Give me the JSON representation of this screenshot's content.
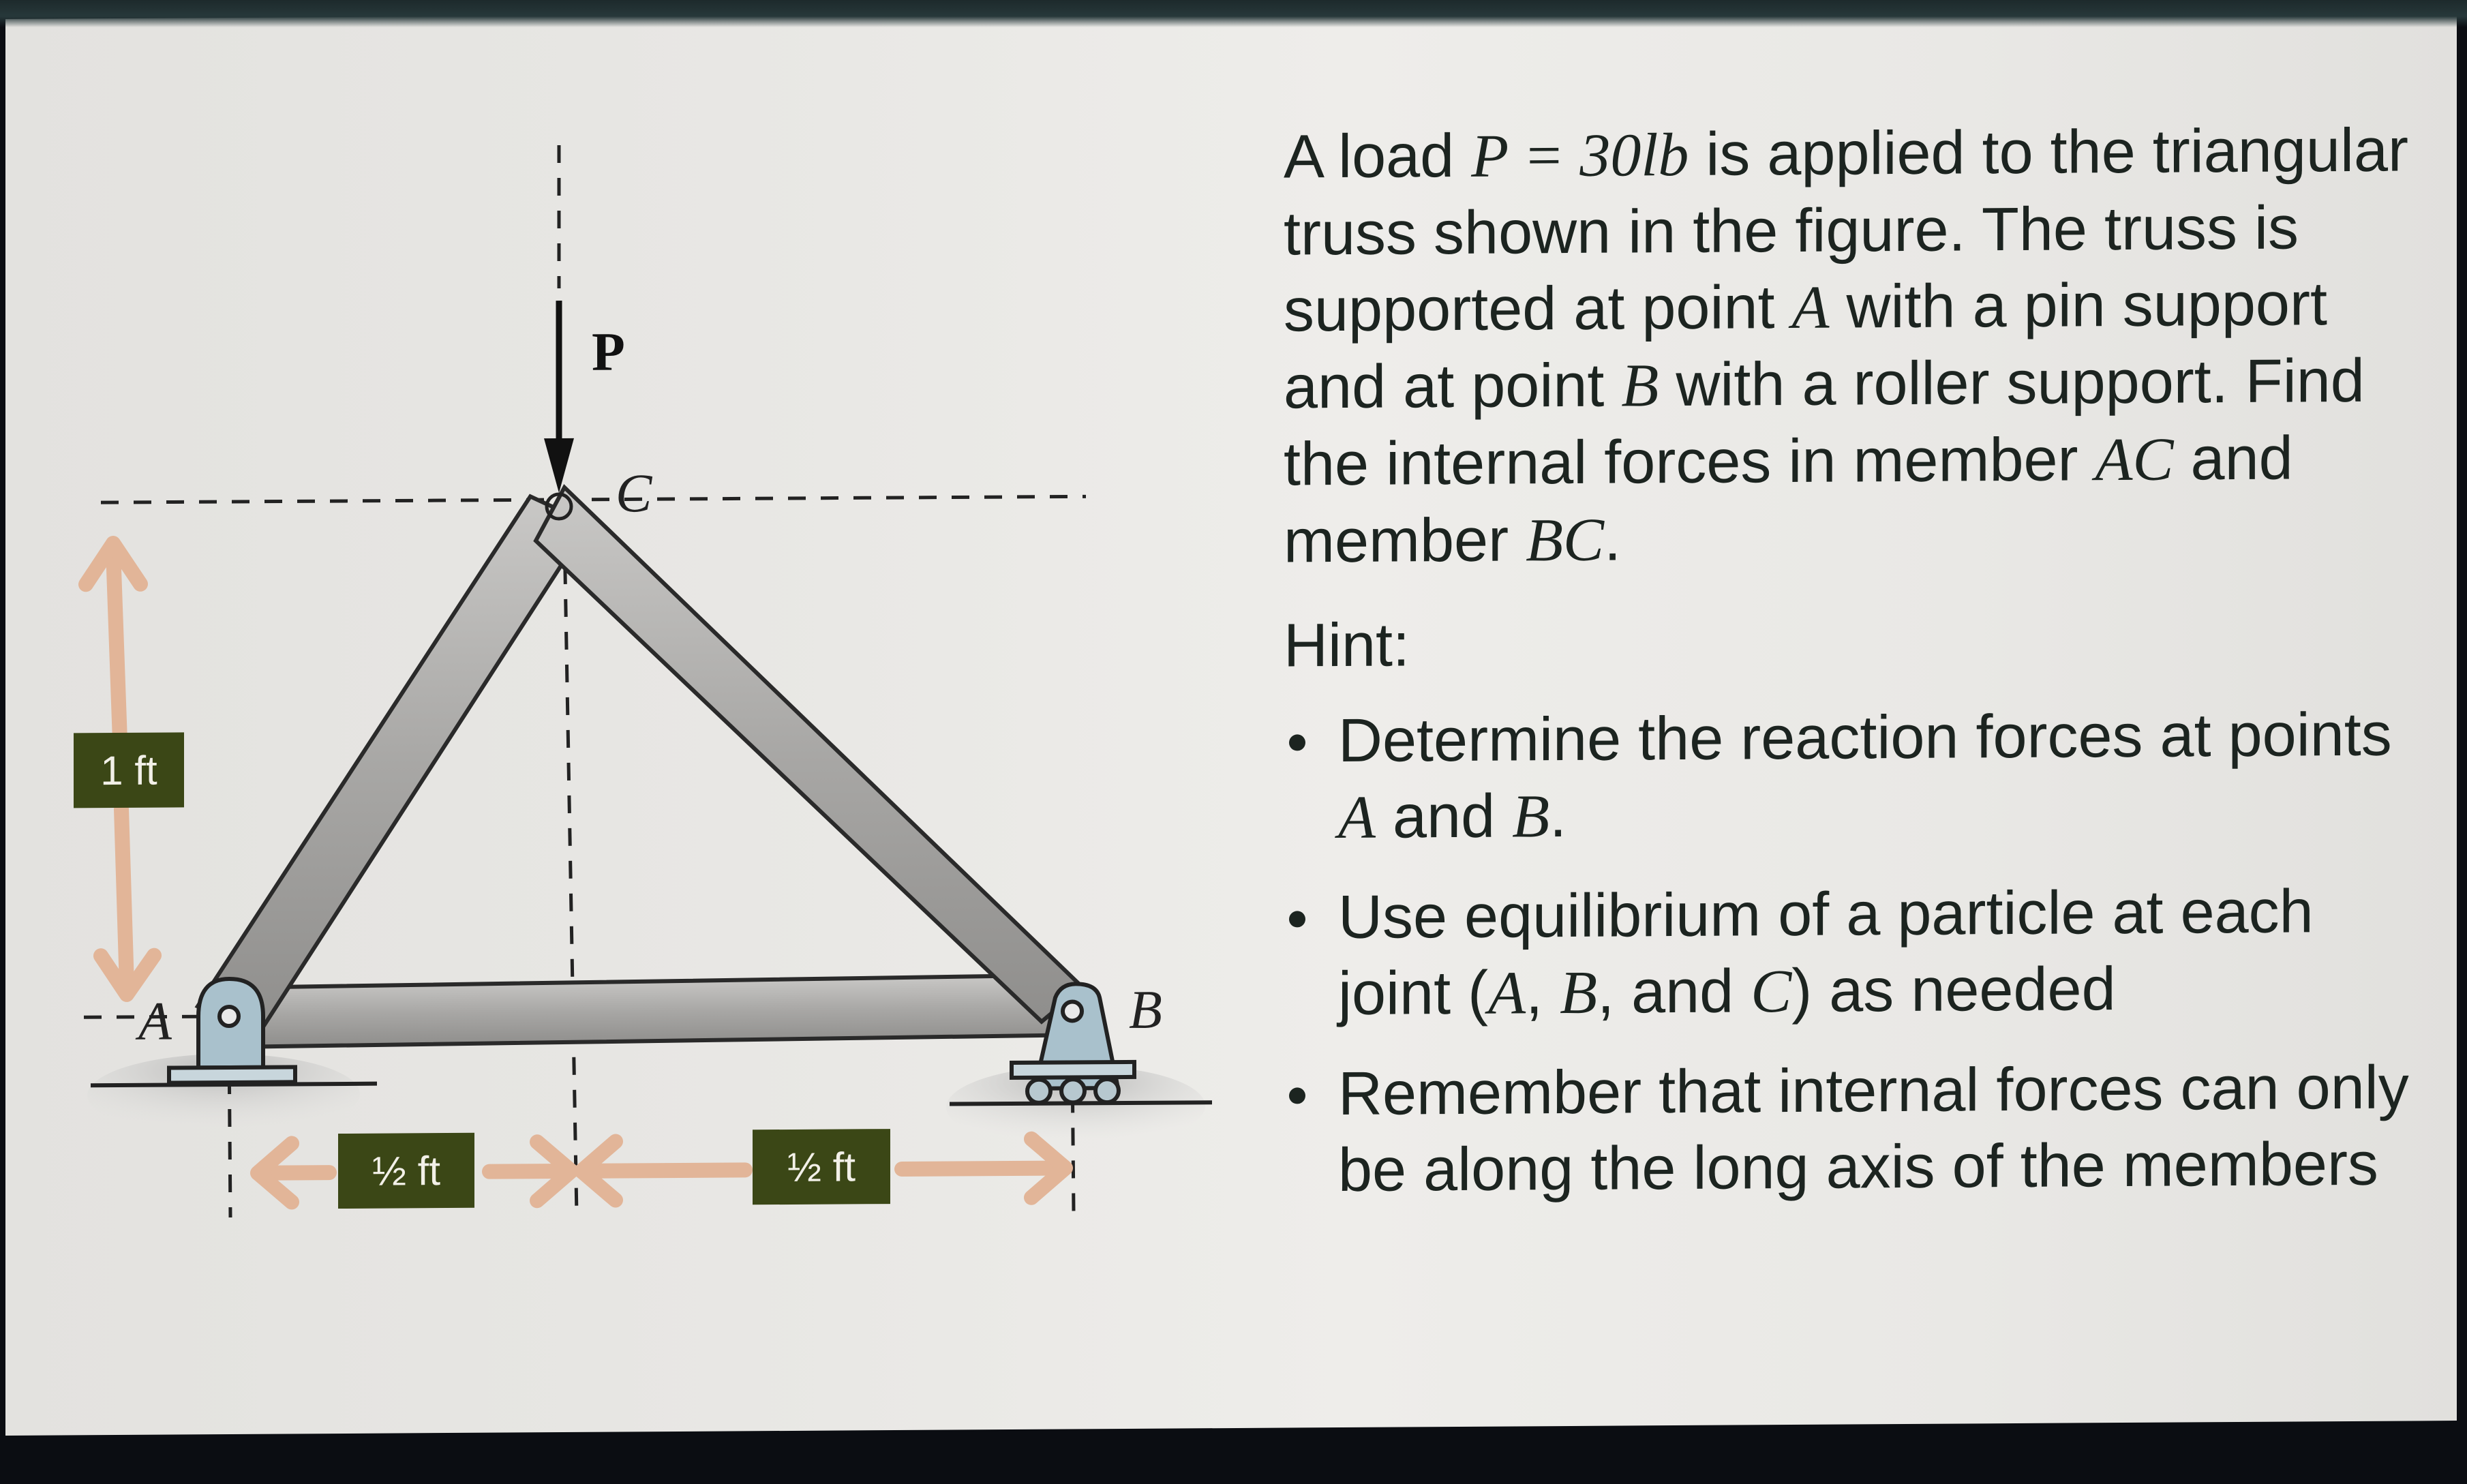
{
  "figure": {
    "load_label": "P",
    "point_labels": {
      "A": "A",
      "B": "B",
      "C": "C"
    },
    "dimensions": {
      "height": "1 ft",
      "left_half_span": "½ ft",
      "right_half_span": "½ ft"
    },
    "colors": {
      "dimension_box": "#3b4716",
      "dimension_arrow": "#e2b598",
      "member_gray": "#a9a8a6",
      "support_blue": "#a9c1cc"
    }
  },
  "problem": {
    "line1_pre": "A load ",
    "line1_math": "P = 30lb",
    "line1_post": " is applied to the triangular truss shown in the figure. The truss is supported at point ",
    "point_A": "A",
    "mid1": " with a pin support and at point ",
    "point_B": "B",
    "mid2": " with a roller support. Find the internal forces in member ",
    "member_AC": "AC",
    "mid3": " and member ",
    "member_BC": "BC",
    "end": "."
  },
  "hint": {
    "title": "Hint:",
    "items": [
      {
        "pre": "Determine the reaction forces at points ",
        "m1": "A",
        "mid": " and ",
        "m2": "B",
        "post": "."
      },
      {
        "pre": "Use equilibrium of a particle at each joint (",
        "m1": "A",
        "sep1": ", ",
        "m2": "B",
        "sep2": ", and ",
        "m3": "C",
        "post": ") as needed"
      },
      {
        "text": "Remember that internal forces can only be along the long axis of the members"
      }
    ]
  }
}
